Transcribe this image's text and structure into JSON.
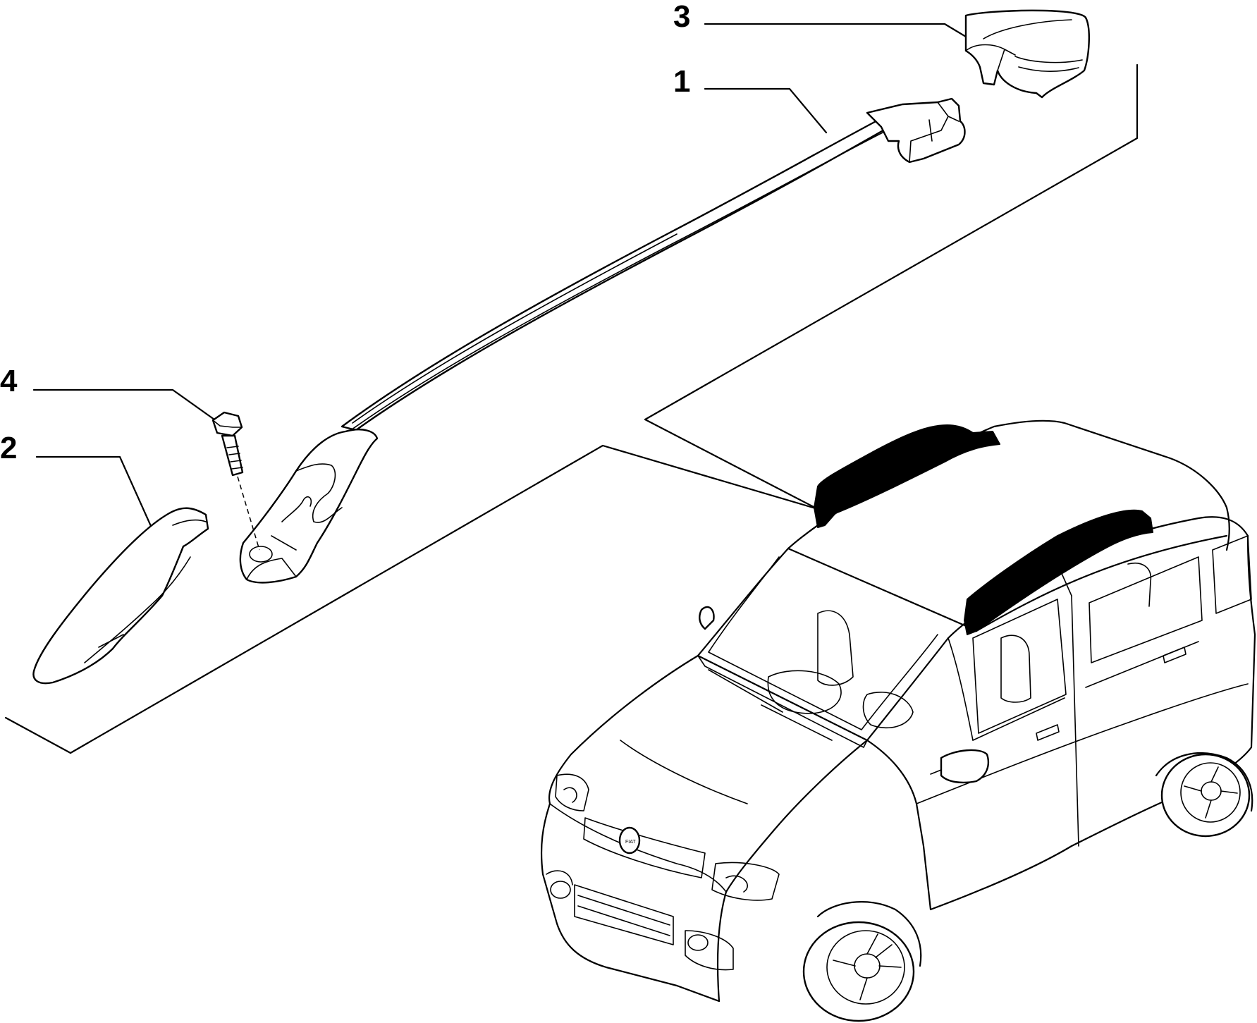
{
  "diagram": {
    "callouts": [
      {
        "id": "1",
        "label": "1"
      },
      {
        "id": "2",
        "label": "2"
      },
      {
        "id": "3",
        "label": "3"
      },
      {
        "id": "4",
        "label": "4"
      }
    ],
    "badge_text": "FIAT"
  }
}
